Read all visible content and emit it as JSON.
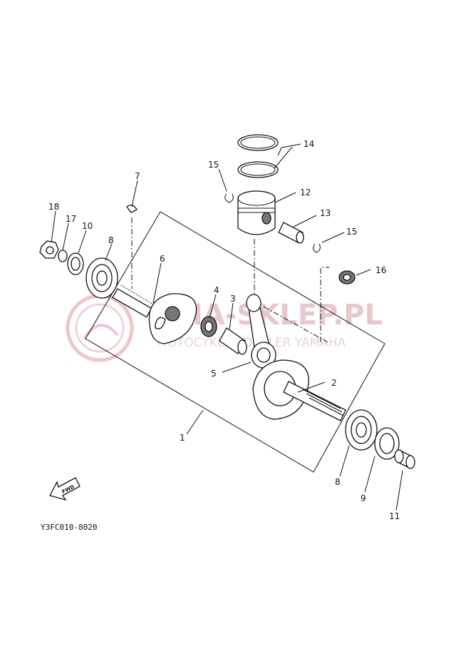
{
  "diagram": {
    "code": "Y3FC010-8020",
    "fwd_label": "FWD",
    "watermark": {
      "text": "MA-SKLEP.PL",
      "subtitle": "MOTOCYKLE I DEALER YAMAHA"
    },
    "callouts": [
      "1",
      "2",
      "3",
      "4",
      "5",
      "6",
      "7",
      "8",
      "8",
      "9",
      "10",
      "11",
      "12",
      "13",
      "14",
      "15",
      "15",
      "16",
      "17",
      "18"
    ]
  }
}
